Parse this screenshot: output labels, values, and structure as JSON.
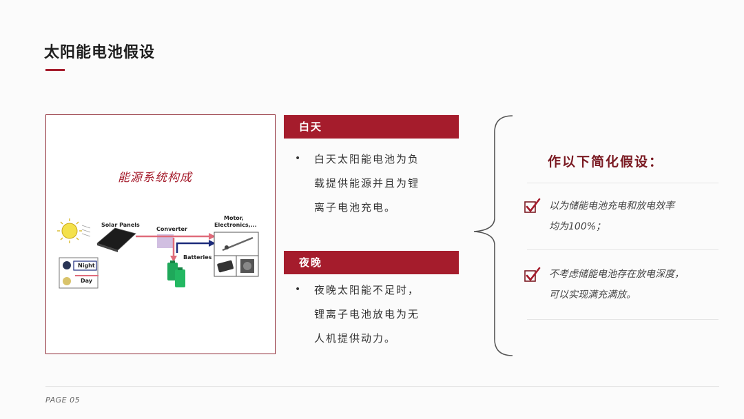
{
  "colors": {
    "accent": "#a51c2c",
    "accent_dark": "#7a1a22",
    "frame": "#8c2530"
  },
  "page": {
    "title": "太阳能电池假设",
    "footer": "PAGE 05"
  },
  "diagram": {
    "title": "能源系统构成",
    "labels": {
      "solar_panels": "Solar Panels",
      "converter": "Converter",
      "motor": "Motor,",
      "electronics": "Electronics,...",
      "batteries": "Batteries",
      "night": "Night",
      "day": "Day"
    }
  },
  "day": {
    "header": "白天",
    "lines": [
      "白天太阳能电池为负",
      "载提供能源并且为锂",
      "离子电池充电。"
    ]
  },
  "night": {
    "header": "夜晚",
    "lines": [
      "夜晚太阳能不足时，",
      "锂离子电池放电为无",
      "人机提供动力。"
    ]
  },
  "assumptions": {
    "title": "作以下简化假设：",
    "items": [
      {
        "lines": [
          "以为储能电池充电和放电效率",
          "均为100%；"
        ]
      },
      {
        "lines": [
          "不考虑储能电池存在放电深度，",
          "可以实现满充满放。"
        ]
      }
    ]
  }
}
